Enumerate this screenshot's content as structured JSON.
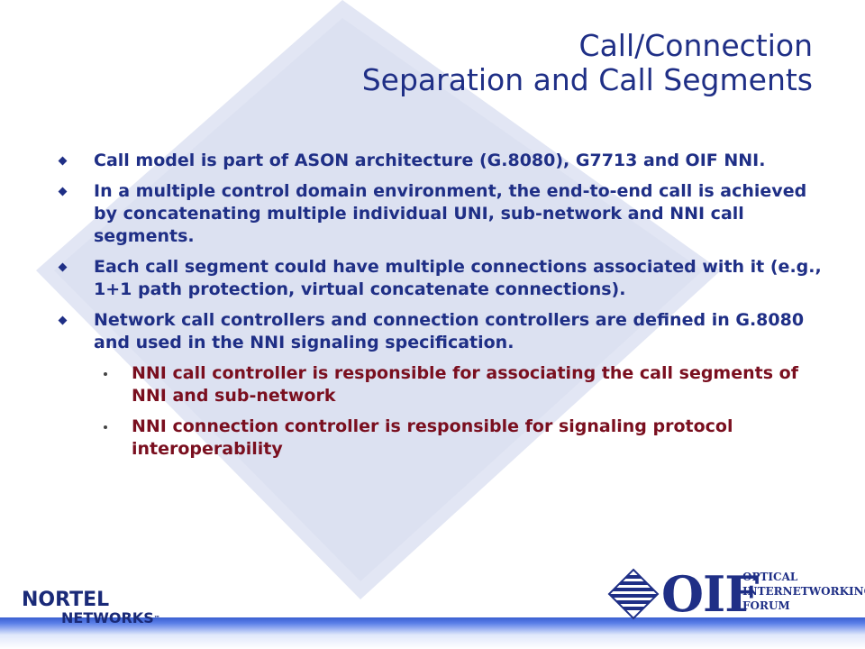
{
  "title": {
    "line1": "Call/Connection",
    "line2": "Separation and Call Segments"
  },
  "bullets": [
    "Call model is part of ASON architecture (G.8080), G7713 and OIF NNI.",
    "In a multiple control domain environment, the end-to-end call is achieved by concatenating multiple individual UNI, sub-network and NNI call segments.",
    "Each call segment could have multiple connections associated with it (e.g., 1+1 path protection, virtual concatenate connections).",
    "Network call controllers and connection controllers are defined in G.8080 and used in the NNI signaling specification."
  ],
  "sub_bullets": [
    "NNI call controller is responsible for associating the call segments of NNI and sub-network",
    "NNI connection controller is responsible for signaling protocol interoperability"
  ],
  "logos": {
    "nortel_line1": "NORTEL",
    "nortel_line2": "NETWORKS",
    "nortel_tm": "™",
    "oif_word": "OIF",
    "oif_sub1": "OPTICAL",
    "oif_sub2": "INTERNETWORKING",
    "oif_sub3": "FORUM"
  },
  "colors": {
    "title": "#1f2f86",
    "body": "#1f2f86",
    "sub": "#7a0f1f",
    "watermark": "#dde2f2"
  },
  "icons": {
    "background": "diamond-watermark-icon",
    "bullet": "diamond-bullet-icon",
    "sub_bullet": "dot-bullet-icon",
    "oif_mark": "striped-diamond-icon"
  }
}
